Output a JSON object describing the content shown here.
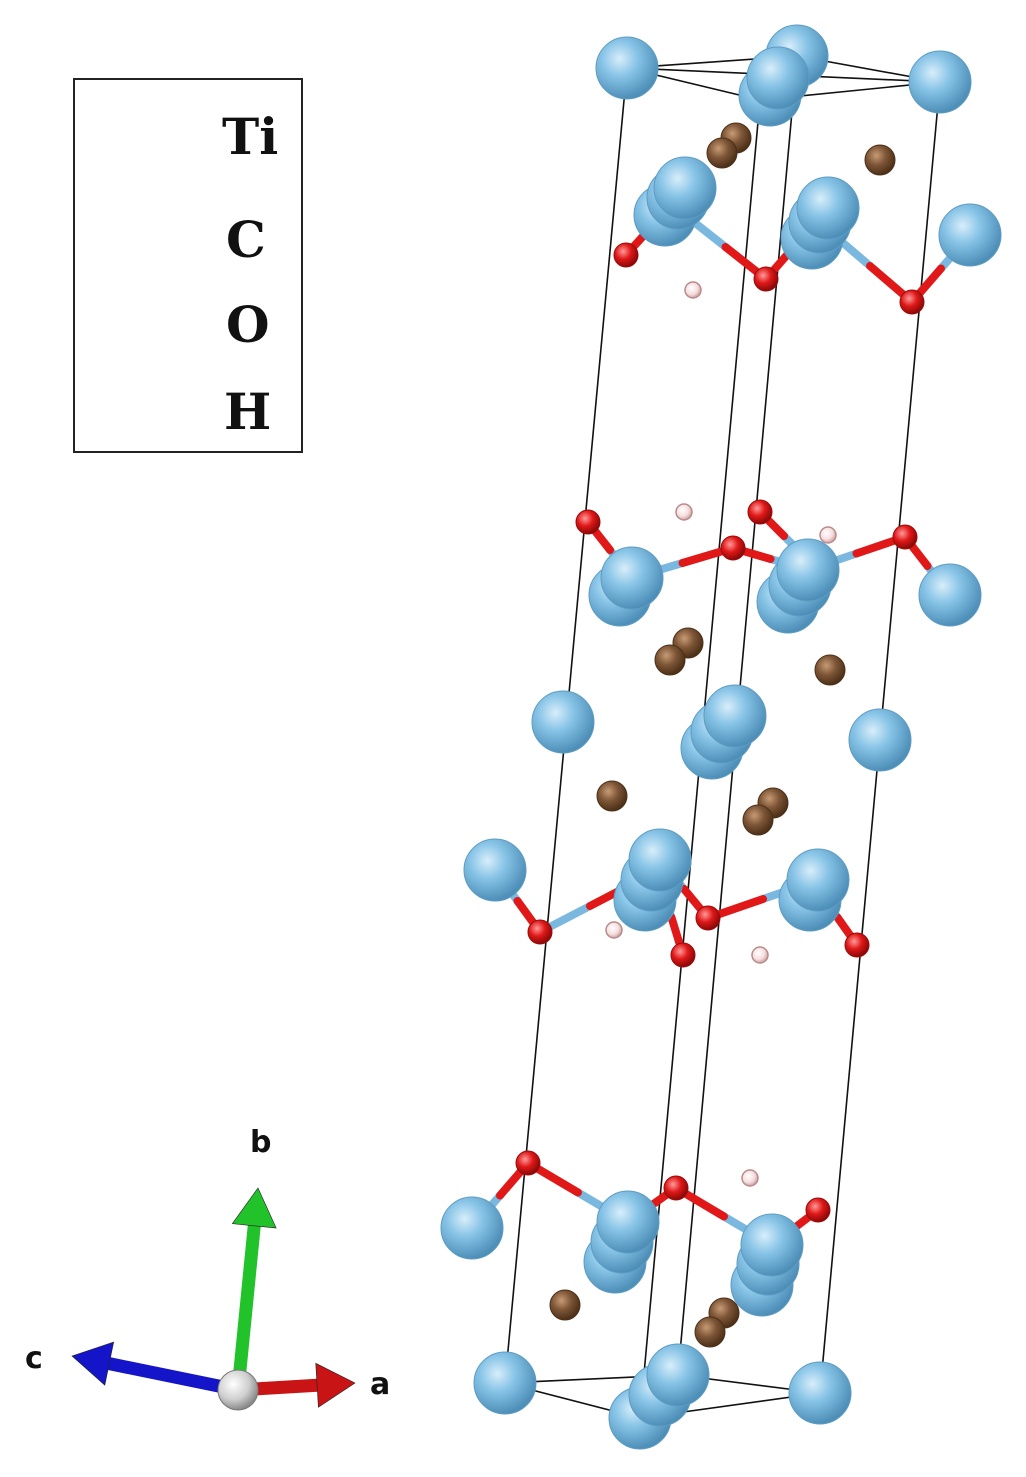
{
  "colors": {
    "ti": "#7ab8df",
    "c": "#7a5535",
    "o": "#e01818",
    "h": "#f4d6d6",
    "cell_edge": "#111111",
    "axis_a": "#c81414",
    "axis_b": "#22c22a",
    "axis_c": "#1414c8"
  },
  "legend": {
    "items": [
      {
        "label": "Ti",
        "element": "ti"
      },
      {
        "label": "C",
        "element": "c"
      },
      {
        "label": "O",
        "element": "o"
      },
      {
        "label": "H",
        "element": "h"
      }
    ]
  },
  "axes": {
    "a": "a",
    "b": "b",
    "c": "c"
  }
}
